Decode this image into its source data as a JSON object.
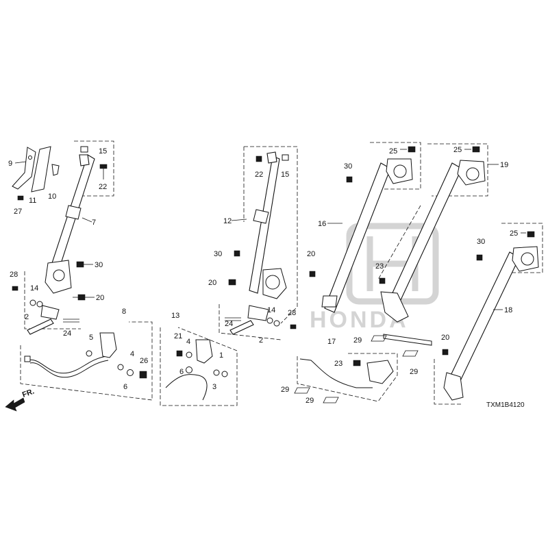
{
  "diagram": {
    "code": "TXM1B4120",
    "direction_label": "FR.",
    "watermark_text": "HONDA",
    "callouts": {
      "c_9": "9",
      "c_11": "11",
      "c_10": "10",
      "c_27": "27",
      "c_15a": "15",
      "c_22a": "22",
      "c_7": "7",
      "c_30a": "30",
      "c_28a": "28",
      "c_14a": "14",
      "c_2a": "2",
      "c_20a": "20",
      "c_24a": "24",
      "c_8": "8",
      "c_5": "5",
      "c_4a": "4",
      "c_6a": "6",
      "c_26": "26",
      "c_13": "13",
      "c_21": "21",
      "c_4b": "4",
      "c_6b": "6",
      "c_1": "1",
      "c_3": "3",
      "c_22b": "22",
      "c_15b": "15",
      "c_12": "12",
      "c_30b": "30",
      "c_20b": "20",
      "c_24b": "24",
      "c_14b": "14",
      "c_2b": "2",
      "c_28b": "28",
      "c_25a": "25",
      "c_30c": "30",
      "c_16": "16",
      "c_20c": "20",
      "c_23a": "23",
      "c_25b": "25",
      "c_19": "19",
      "c_29a": "29",
      "c_29b": "29",
      "c_17": "17",
      "c_23b": "23",
      "c_29c": "29",
      "c_29d": "29",
      "c_25c": "25",
      "c_30d": "30",
      "c_18": "18",
      "c_20d": "20"
    }
  }
}
